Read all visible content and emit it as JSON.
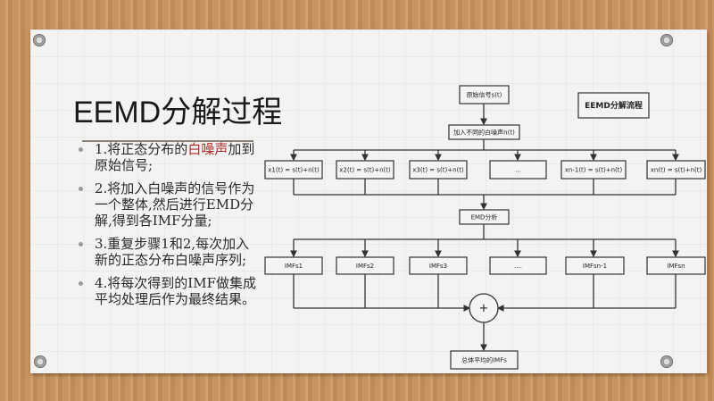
{
  "slide": {
    "title": "EEMD分解过程",
    "bullets": [
      {
        "pre": "1.将正态分布的",
        "highlight": "白噪声",
        "post": "加到原始信号;"
      },
      {
        "text": "2.将加入白噪声的信号作为一个整体,然后进行EMD分解,得到各IMF分量;"
      },
      {
        "text": "3.重复步骤1和2,每次加入新的正态分布白噪声序列;"
      },
      {
        "text": "4.将每次得到的IMF做集成平均处理后作为最终结果。"
      }
    ],
    "highlight_color": "#b02828"
  },
  "flowchart": {
    "heading": "EEMD分解流程",
    "source": "原始信号s(t)",
    "add_noise": "加入不同的白噪声n(t)",
    "noisy": [
      "x1(t) = s(t)+n(t)",
      "x2(t) = s(t)+n(t)",
      "x3(t) = s(t)+n(t)",
      "...",
      "xn-1(t) = s(t)+n(t)",
      "xn(t) = s(t)+n(t)"
    ],
    "emd": "EMD分析",
    "imfs": [
      "IMFs1",
      "IMFs2",
      "IMFs3",
      "....",
      "IMFsn-1",
      "IMFsn"
    ],
    "sum_symbol": "+",
    "result": "总体平均的IMFs"
  }
}
